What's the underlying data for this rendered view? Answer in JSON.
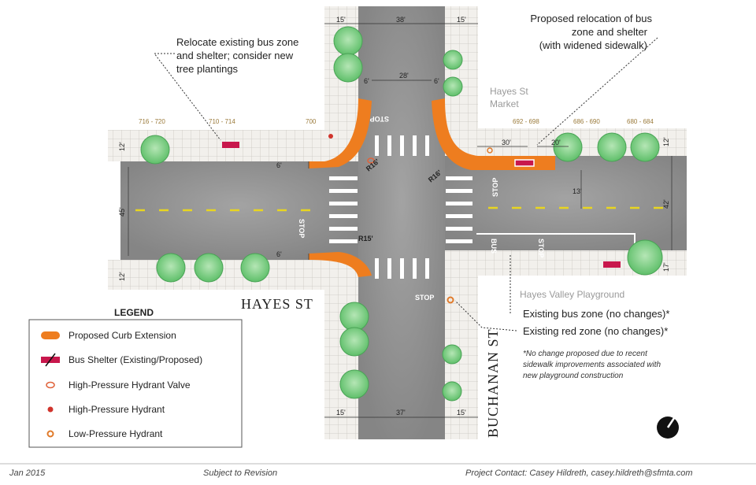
{
  "notes": {
    "relocate_existing": [
      "Relocate existing bus zone",
      "and shelter; consider new",
      "tree plantings"
    ],
    "proposed_relocation": [
      "Proposed relocation of bus",
      "zone and shelter",
      "(with widened sidewalk)"
    ],
    "market": [
      "Hayes St",
      "Market"
    ],
    "playground": "Hayes Valley Playground",
    "existing_bus_zone": "Existing bus zone (no changes)*",
    "existing_red_zone": "Existing red zone (no changes)*",
    "footnote": [
      "*No change proposed due to recent",
      "sidewalk improvements associated with",
      "new playground construction"
    ]
  },
  "streets": {
    "hayes": "HAYES ST",
    "buchanan": "BUCHANAN ST"
  },
  "addresses": [
    "716 - 720",
    "710 - 714",
    "700",
    "692 - 698",
    "686 - 690",
    "680 - 684"
  ],
  "dimensions": {
    "top_left_sidewalk": "15'",
    "top_road": "38'",
    "top_right_sidewalk": "15'",
    "inner_top": "28'",
    "left_road": "45'",
    "right_road": "42'",
    "left_sidewalk_top": "12'",
    "left_sidewalk_bottom": "12'",
    "right_sidewalk_top": "12'",
    "right_sidewalk_bottom": "17'",
    "bottom_left_sidewalk": "15'",
    "bottom_road": "37'",
    "bottom_right_sidewalk": "15'",
    "ext_a": "6'",
    "ext_b": "6'",
    "ext_c": "6'",
    "ext_d": "6'",
    "bus_zone_30": "30'",
    "bus_zone_20": "20'",
    "offset_13": "13'",
    "r_nw": "R16'",
    "r_ne": "R16'",
    "r_sw": "R15'"
  },
  "road_markings": {
    "stop": "STOP",
    "bus": "BUS"
  },
  "legend": {
    "title": "LEGEND",
    "items": [
      {
        "label": "Proposed Curb Extension",
        "icon": "curb-extension-swatch",
        "color": "#ee7d1f"
      },
      {
        "label": "Bus Shelter (Existing/Proposed)",
        "icon": "bus-shelter-swatch",
        "color": "#c8174c"
      },
      {
        "label": "High-Pressure Hydrant Valve",
        "icon": "hydrant-valve-icon",
        "color": "#e0623a"
      },
      {
        "label": "High-Pressure Hydrant",
        "icon": "high-pressure-hydrant-icon",
        "color": "#d0342c"
      },
      {
        "label": "Low-Pressure Hydrant",
        "icon": "low-pressure-hydrant-icon",
        "color": "#e07a2a"
      }
    ]
  },
  "footer": {
    "date": "Jan 2015",
    "status": "Subject to Revision",
    "contact": "Project Contact: Casey Hildreth, casey.hildreth@sfmta.com"
  },
  "colors": {
    "road": "#8f8f8f",
    "sidewalk": "#f2f0ec",
    "grid": "#c9c6c0",
    "tree": "#7fcf86",
    "curb_extension": "#ee7d1f",
    "bus_shelter": "#c8174c",
    "centerline": "#e8d520"
  }
}
